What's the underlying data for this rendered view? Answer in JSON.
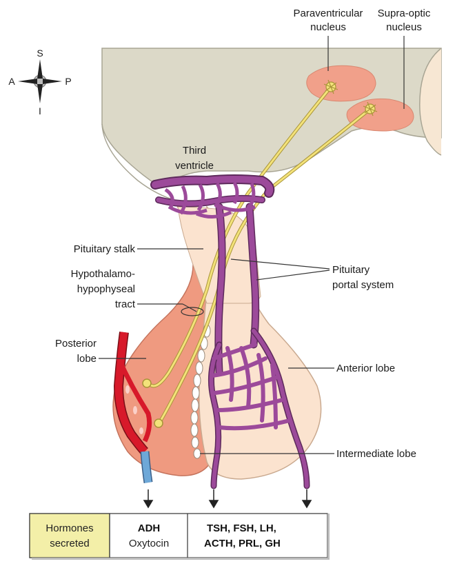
{
  "compass": {
    "superior": "S",
    "inferior": "I",
    "anterior": "A",
    "posterior": "P"
  },
  "labels": {
    "paraventricular": [
      "Paraventricular",
      "nucleus"
    ],
    "supraoptic": [
      "Supra-optic",
      "nucleus"
    ],
    "third_ventricle": [
      "Third",
      "ventricle"
    ],
    "pituitary_stalk": "Pituitary stalk",
    "hypothalamo_tract": [
      "Hypothalamo-",
      "hypophyseal",
      "tract"
    ],
    "portal_system": [
      "Pituitary",
      "portal system"
    ],
    "posterior_lobe": [
      "Posterior",
      "lobe"
    ],
    "anterior_lobe": "Anterior lobe",
    "intermediate_lobe": "Intermediate lobe"
  },
  "table": {
    "header": [
      "Hormones",
      "secreted"
    ],
    "posterior_hormones": {
      "primary": "ADH",
      "secondary": "Oxytocin"
    },
    "anterior_hormones": [
      "TSH, FSH, LH,",
      "ACTH, PRL, GH"
    ]
  },
  "colors": {
    "brain": "#dcd9c8",
    "nucleus": "#f1a08a",
    "axon": "#f3e27a",
    "portal": "#9c4a9a",
    "artery": "#d7192a",
    "vein": "#6ea8d8",
    "posterior_lobe": "#ef9a80",
    "anterior_lobe": "#fbe3cf",
    "header_cell": "#f3efa8"
  }
}
